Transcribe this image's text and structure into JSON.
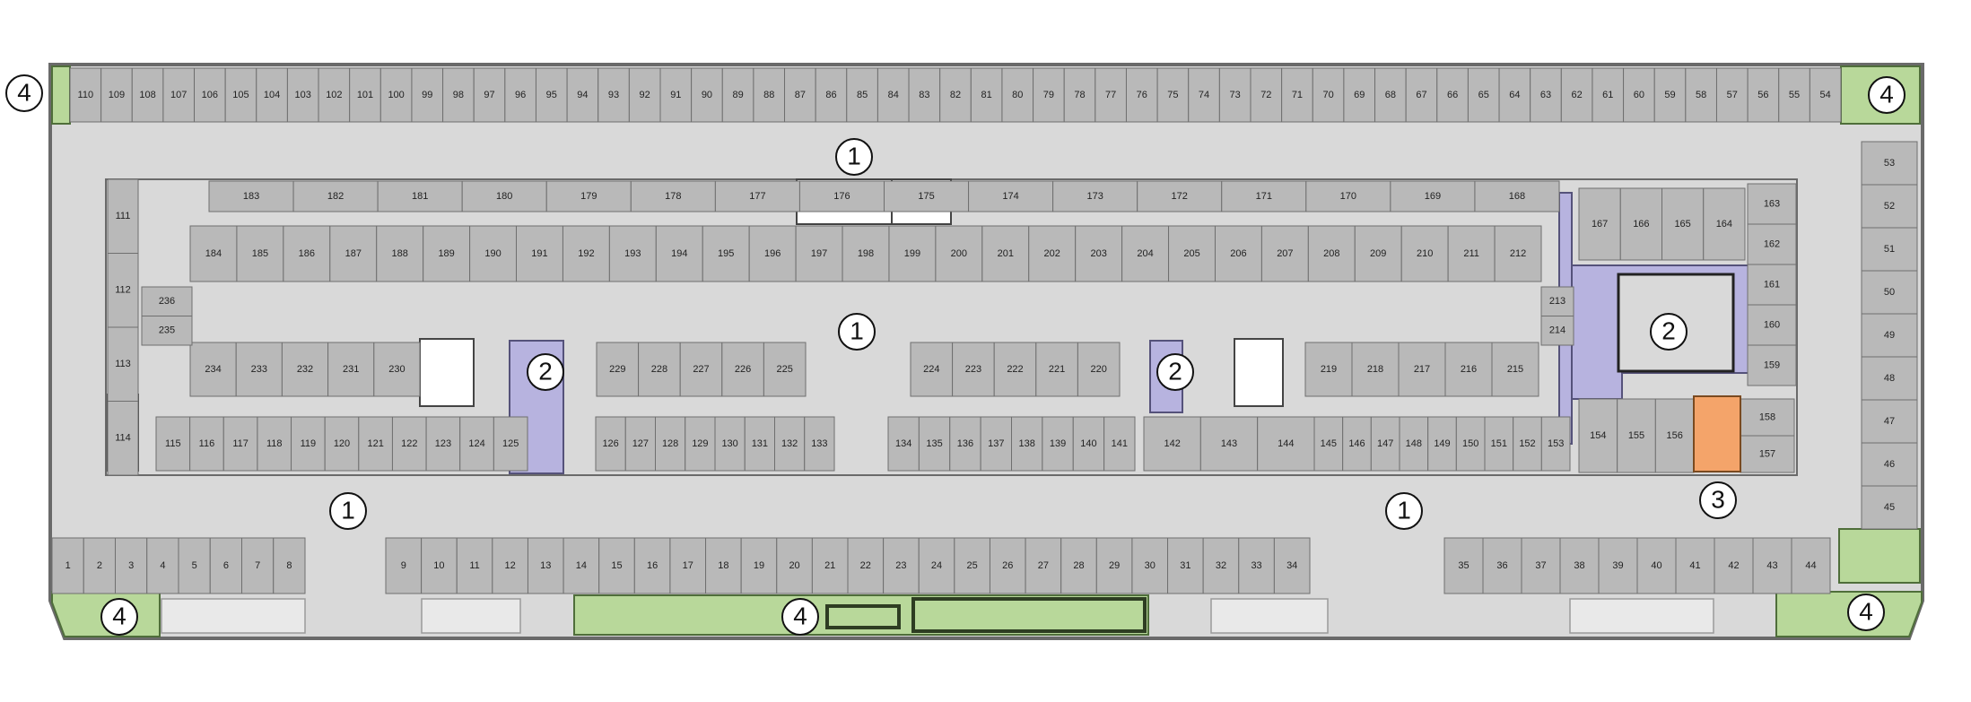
{
  "plan": {
    "colors": {
      "outer_wall": "#7a7a7a",
      "driveway": "#d9d9d9",
      "space": "#b9b9b9",
      "space_edge": "#6f6f6f",
      "core": "#b7b3df",
      "core_edge": "#55527a",
      "green": "#b8d89a",
      "green_edge": "#4f6e3a",
      "highlight": "#f4a46a",
      "white_room": "#ffffff"
    },
    "markers": [
      {
        "label": "4",
        "meaning": "green-area",
        "icon": "circle-marker"
      },
      {
        "label": "4",
        "meaning": "green-area",
        "icon": "circle-marker"
      },
      {
        "label": "1",
        "meaning": "driveway",
        "icon": "circle-marker"
      },
      {
        "label": "1",
        "meaning": "driveway",
        "icon": "circle-marker"
      },
      {
        "label": "2",
        "meaning": "stair-elevator-core",
        "icon": "circle-marker"
      },
      {
        "label": "2",
        "meaning": "stair-elevator-core",
        "icon": "circle-marker"
      },
      {
        "label": "2",
        "meaning": "stair-elevator-core",
        "icon": "circle-marker"
      },
      {
        "label": "1",
        "meaning": "driveway",
        "icon": "circle-marker"
      },
      {
        "label": "1",
        "meaning": "driveway",
        "icon": "circle-marker"
      },
      {
        "label": "3",
        "meaning": "highlighted-space",
        "icon": "circle-marker"
      },
      {
        "label": "4",
        "meaning": "green-area",
        "icon": "circle-marker"
      },
      {
        "label": "4",
        "meaning": "green-area",
        "icon": "circle-marker"
      },
      {
        "label": "4",
        "meaning": "green-area",
        "icon": "circle-marker"
      }
    ],
    "rows": {
      "top": [
        "110",
        "109",
        "108",
        "107",
        "106",
        "105",
        "104",
        "103",
        "102",
        "101",
        "100",
        "99",
        "98",
        "97",
        "96",
        "95",
        "94",
        "93",
        "92",
        "91",
        "90",
        "89",
        "88",
        "87",
        "86",
        "85",
        "84",
        "83",
        "82",
        "81",
        "80",
        "79",
        "78",
        "77",
        "76",
        "75",
        "74",
        "73",
        "72",
        "71",
        "70",
        "69",
        "68",
        "67",
        "66",
        "65",
        "64",
        "63",
        "62",
        "61",
        "60",
        "59",
        "58",
        "57",
        "56",
        "55",
        "54"
      ],
      "right": [
        "53",
        "52",
        "51",
        "50",
        "49",
        "48",
        "47",
        "46",
        "45"
      ],
      "bottom_a": [
        "1",
        "2",
        "3",
        "4",
        "5",
        "6",
        "7",
        "8"
      ],
      "bottom_b": [
        "9",
        "10",
        "11",
        "12",
        "13",
        "14",
        "15",
        "16",
        "17",
        "18",
        "19",
        "20",
        "21",
        "22",
        "23",
        "24",
        "25",
        "26",
        "27",
        "28",
        "29",
        "30",
        "31",
        "32",
        "33",
        "34"
      ],
      "bottom_c": [
        "35",
        "36",
        "37",
        "38",
        "39",
        "40",
        "41",
        "42",
        "43",
        "44"
      ],
      "left": [
        "111",
        "112",
        "113",
        "114"
      ],
      "island_top": [
        "183",
        "182",
        "181",
        "180",
        "179",
        "178",
        "177",
        "176",
        "175",
        "174",
        "173",
        "172",
        "171",
        "170",
        "169",
        "168"
      ],
      "island_row2": [
        "184",
        "185",
        "186",
        "187",
        "188",
        "189",
        "190",
        "191",
        "192",
        "193",
        "194",
        "195",
        "196",
        "197",
        "198",
        "199",
        "200",
        "201",
        "202",
        "203",
        "204",
        "205",
        "206",
        "207",
        "208",
        "209",
        "210",
        "211",
        "212"
      ],
      "island_mid_left": [
        "236",
        "235"
      ],
      "island_row3a": [
        "234",
        "233",
        "232",
        "231",
        "230"
      ],
      "island_row3b": [
        "229",
        "228",
        "227",
        "226",
        "225"
      ],
      "island_row3c": [
        "224",
        "223",
        "222",
        "221",
        "220"
      ],
      "island_row3d": [
        "219",
        "218",
        "217",
        "216",
        "215"
      ],
      "island_right": [
        "213",
        "214"
      ],
      "island_bottom_a": [
        "115",
        "116",
        "117",
        "118",
        "119",
        "120",
        "121",
        "122",
        "123",
        "124",
        "125"
      ],
      "island_bottom_b": [
        "126",
        "127",
        "128",
        "129",
        "130",
        "131",
        "132",
        "133"
      ],
      "island_bottom_c": [
        "134",
        "135",
        "136",
        "137",
        "138",
        "139",
        "140",
        "141"
      ],
      "island_bottom_d": [
        "142",
        "143",
        "144"
      ],
      "island_bottom_e": [
        "145",
        "146",
        "147",
        "148",
        "149",
        "150",
        "151",
        "152",
        "153"
      ],
      "east_top": [
        "167",
        "166",
        "165",
        "164"
      ],
      "east_col": [
        "163",
        "162",
        "161",
        "160",
        "159"
      ],
      "east_bottom": [
        "154",
        "155",
        "156"
      ],
      "east_bottom_right": [
        "158",
        "157"
      ]
    }
  }
}
